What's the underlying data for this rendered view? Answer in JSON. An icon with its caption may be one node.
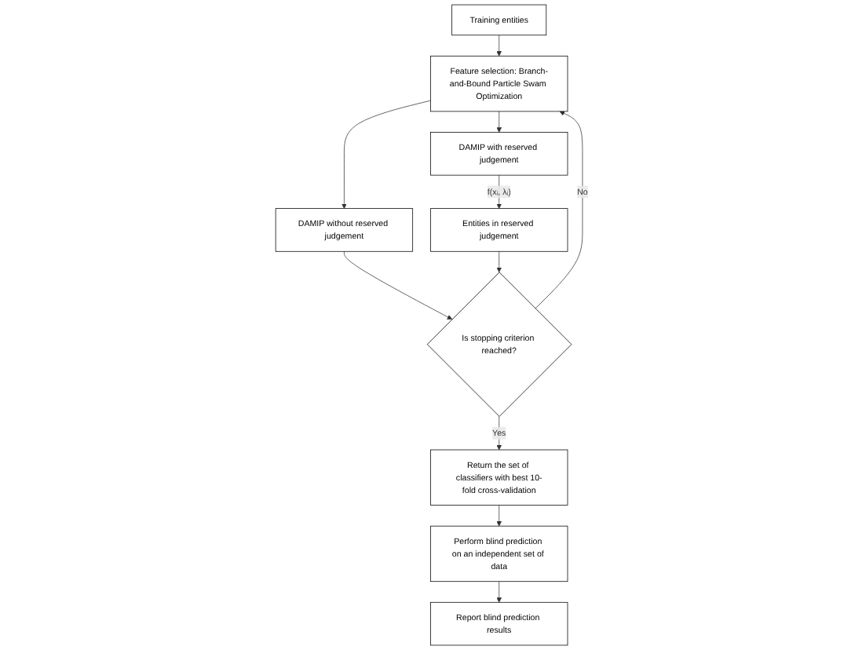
{
  "diagram": {
    "nodes": [
      {
        "text": [
          "Training entities"
        ]
      },
      {
        "text": [
          "Feature selection: Branch-and-Bound Particle Swam Optimization"
        ]
      },
      {
        "text": [
          "DAMIP with reserved judgement"
        ]
      },
      {
        "text": [
          "DAMIP without reserved judgement"
        ]
      },
      {
        "text": [
          "Entities in reserved judgement"
        ]
      },
      {
        "text": [
          "Is stopping criterion reached?"
        ]
      },
      {
        "text": [
          "Return the set of classifiers with best 10-fold cross-validation"
        ]
      },
      {
        "text": [
          "Perform blind prediction on an independent set of data"
        ]
      },
      {
        "text": [
          "Report blind prediction results"
        ]
      }
    ],
    "edges": [
      {
        "from": 0,
        "to": 1,
        "arrow": "to"
      },
      {
        "from": 1,
        "to": 2,
        "arrow": "to"
      },
      {
        "from": 1,
        "to": 3,
        "arrow": "to"
      },
      {
        "from": 2,
        "to": 4,
        "arrow": "to",
        "label": "f(xᵢ, λᵢ)"
      },
      {
        "from": 3,
        "to": 5,
        "arrow": "to"
      },
      {
        "from": 4,
        "to": 5,
        "arrow": "to"
      },
      {
        "from": 5,
        "to": 6,
        "arrow": "to",
        "label": "Yes"
      },
      {
        "from": 6,
        "to": 7,
        "arrow": "to"
      },
      {
        "from": 7,
        "to": 8,
        "arrow": "to"
      },
      {
        "from": 5,
        "to": 1,
        "arrow": "to",
        "label": "No"
      }
    ]
  }
}
